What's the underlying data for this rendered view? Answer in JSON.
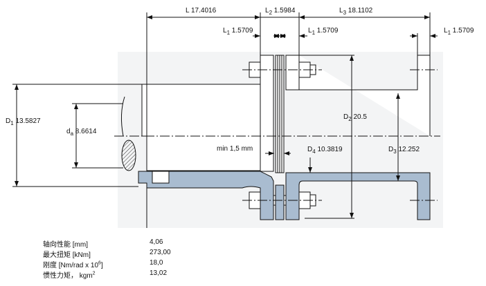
{
  "dimensions": {
    "L": {
      "label": "L",
      "value": "17.4016"
    },
    "L2": {
      "label": "L",
      "sub": "2",
      "value": "1.5984"
    },
    "L3": {
      "label": "L",
      "sub": "3",
      "value": "18.1102"
    },
    "L1": {
      "label": "L",
      "sub": "1",
      "value": "1.5709"
    },
    "D1": {
      "label": "D",
      "sub": "1",
      "value": "13.5827"
    },
    "da": {
      "label": "d",
      "sub": "a",
      "value": "8.6614"
    },
    "D2": {
      "label": "D",
      "sub": "2",
      "value": "20.5"
    },
    "D3": {
      "label": "D",
      "sub": "3",
      "value": "12.252"
    },
    "D4": {
      "label": "D",
      "sub": "4",
      "value": "10.3819"
    },
    "gap": "min 1,5 mm"
  },
  "specs": [
    {
      "label": "轴向性能 [mm]",
      "value": "4,06"
    },
    {
      "label": "最大扭矩 [kNm]",
      "value": "273,00"
    },
    {
      "label": "刚度 [Nm/rad x 10",
      "sup": "6",
      "label_end": "]",
      "value": "18,0"
    },
    {
      "label": "惯性力矩， kgm",
      "sup": "2",
      "label_end": "",
      "value": "13,02"
    }
  ],
  "colors": {
    "section_fill": "#a9bcd0",
    "backdrop": "#f3f4f5"
  }
}
